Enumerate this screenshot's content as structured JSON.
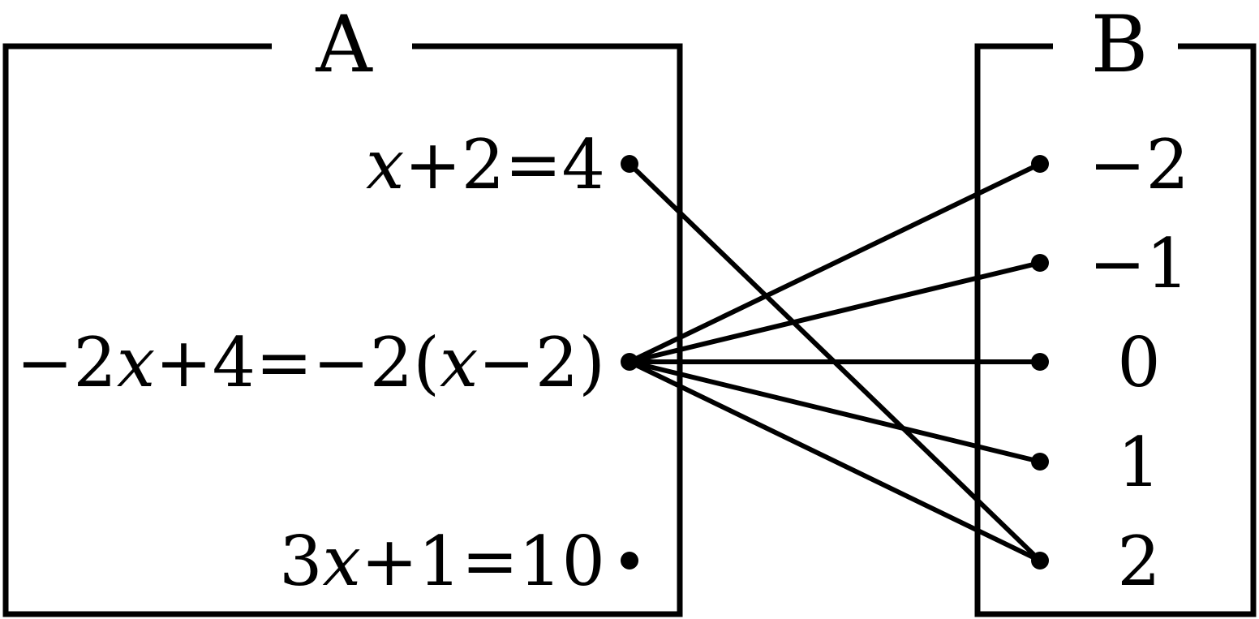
{
  "set_a": {
    "title": "A",
    "elements": [
      {
        "id": "eq1",
        "parts": [
          {
            "t": "x",
            "italic": true
          },
          {
            "t": "+2=4"
          }
        ]
      },
      {
        "id": "eq2",
        "parts": [
          {
            "t": "−2"
          },
          {
            "t": "x",
            "italic": true
          },
          {
            "t": "+4=−2("
          },
          {
            "t": "x",
            "italic": true
          },
          {
            "t": "−2)"
          }
        ]
      },
      {
        "id": "eq3",
        "parts": [
          {
            "t": "3"
          },
          {
            "t": "x",
            "italic": true
          },
          {
            "t": "+1=10"
          }
        ]
      }
    ]
  },
  "set_b": {
    "title": "B",
    "elements": [
      {
        "id": "m2",
        "label": "−2"
      },
      {
        "id": "m1",
        "label": "−1"
      },
      {
        "id": "z0",
        "label": "0"
      },
      {
        "id": "p1",
        "label": "1"
      },
      {
        "id": "p2",
        "label": "2"
      }
    ]
  },
  "mappings": [
    {
      "from": "eq1",
      "to": "p2"
    },
    {
      "from": "eq2",
      "to": "m2"
    },
    {
      "from": "eq2",
      "to": "m1"
    },
    {
      "from": "eq2",
      "to": "z0"
    },
    {
      "from": "eq2",
      "to": "p1"
    },
    {
      "from": "eq2",
      "to": "p2"
    }
  ],
  "colors": {
    "ink": "#000000",
    "background": "#ffffff"
  }
}
